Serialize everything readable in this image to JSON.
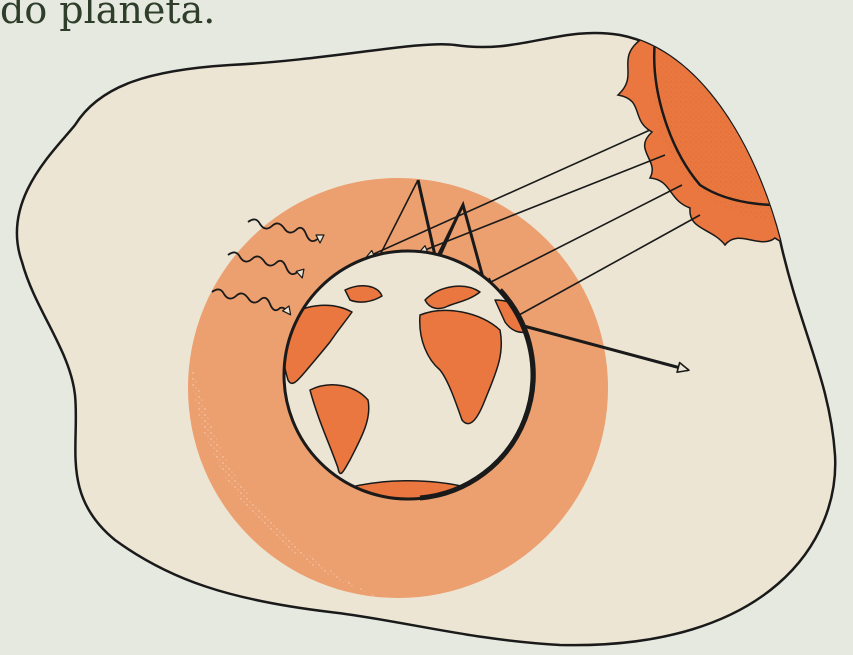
{
  "caption": {
    "text": "do planeta."
  },
  "colors": {
    "page_background": "#e6e9e0",
    "blob_fill": "#ece5d4",
    "outline": "#1a1a1a",
    "atmosphere": "#ec9f6f",
    "land_and_sun": "#e9773f",
    "ocean": "#ece5d4",
    "caption_text": "#2f3e2a"
  },
  "icons": [
    "sun-icon",
    "earth-globe-icon",
    "atmosphere-glow",
    "radiation-arrow",
    "heat-wave-arrow"
  ]
}
